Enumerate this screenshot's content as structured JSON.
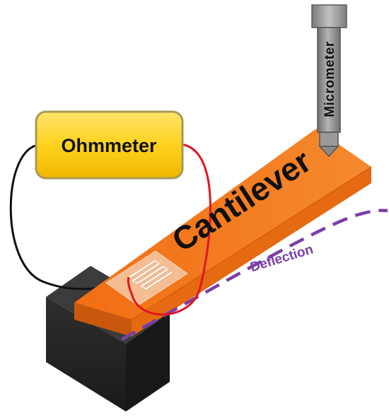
{
  "diagram": {
    "labels": {
      "ohmmeter": "Ohmmeter",
      "micrometer": "Micrometer",
      "cantilever": "Cantilever",
      "deflection": "Deflection"
    },
    "colors": {
      "ohmmeter_fill": "#FFD21F",
      "ohmmeter_border": "#A89A55",
      "cantilever_top": "#F47F1F",
      "cantilever_side": "#E26A12",
      "cantilever_dark": "#C9580C",
      "support_front": "#262626",
      "support_top": "#3a3a3a",
      "micrometer_body": "#8C8C8C",
      "wire_red": "#E0161F",
      "wire_black": "#111111",
      "deflection_line": "#7A3FA8",
      "strain_gauge": "#F6C9A8"
    }
  }
}
